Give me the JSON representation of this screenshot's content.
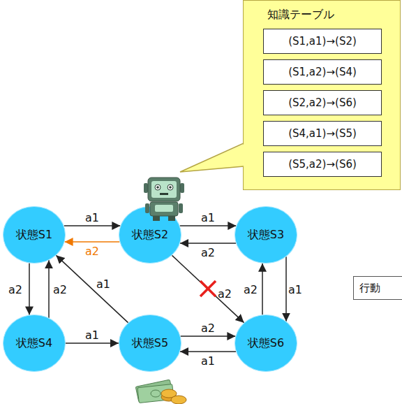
{
  "diagram": {
    "nodes": [
      {
        "text": [
          "知識テーブル"
        ]
      },
      {
        "text": [
          "(S1,a1)→(S2)"
        ],
        "in": 0
      },
      {
        "text": [
          "(S1,a2)→(S4)"
        ],
        "in": 0
      },
      {
        "text": [
          "(S2,a2)→(S6)"
        ],
        "in": 0
      },
      {
        "text": [
          "(S4,a1)→(S5)"
        ],
        "in": 0
      },
      {
        "text": [
          "(S5,a2)→(S6)"
        ],
        "in": 0
      },
      {
        "text": [
          "状態S1"
        ]
      },
      {
        "text": [
          "状態S2"
        ]
      },
      {
        "text": [
          "状態S3"
        ]
      },
      {
        "text": [
          "行動"
        ]
      },
      {
        "text": [
          "状態S4"
        ]
      },
      {
        "text": [
          "状態S5"
        ]
      },
      {
        "text": [
          "状態S6"
        ]
      }
    ],
    "edges": [
      {
        "from": 6,
        "to": 7,
        "arrow": "to",
        "label": "a1"
      },
      {
        "from": 7,
        "to": 6,
        "arrow": "to",
        "label": "a2"
      },
      {
        "from": 7,
        "to": 8,
        "arrow": "to",
        "label": "a1"
      },
      {
        "from": 8,
        "to": 7,
        "arrow": "to",
        "label": "a2"
      },
      {
        "from": 6,
        "to": 10,
        "arrow": "to",
        "label": "a2"
      },
      {
        "from": 10,
        "to": 6,
        "arrow": "to",
        "label": "a2"
      },
      {
        "from": 11,
        "to": 6,
        "arrow": "to",
        "label": "a1"
      },
      {
        "from": 7,
        "to": 12,
        "arrow": "to",
        "label": "a2"
      },
      {
        "from": 12,
        "to": 8,
        "arrow": "to",
        "label": "a2"
      },
      {
        "from": 8,
        "to": 12,
        "arrow": "to",
        "label": "a1"
      },
      {
        "from": 10,
        "to": 11,
        "arrow": "to",
        "label": "a1"
      },
      {
        "from": 11,
        "to": 12,
        "arrow": "to",
        "label": "a2"
      },
      {
        "from": 12,
        "to": 11,
        "arrow": "to",
        "label": "a1"
      }
    ]
  }
}
